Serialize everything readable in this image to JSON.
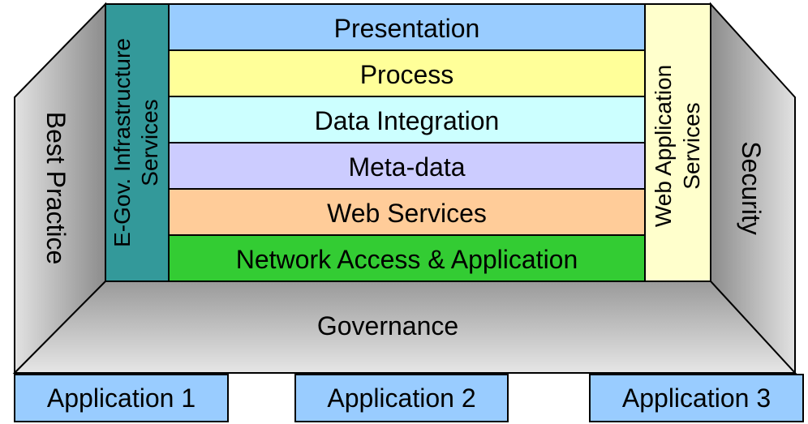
{
  "layers": [
    {
      "label": "Presentation",
      "color": "#99ccff"
    },
    {
      "label": "Process",
      "color": "#ffff99"
    },
    {
      "label": "Data Integration",
      "color": "#ccffff"
    },
    {
      "label": "Meta-data",
      "color": "#ccccff"
    },
    {
      "label": "Web Services",
      "color": "#ffcc99"
    },
    {
      "label": "Network Access & Application",
      "color": "#33cc33"
    }
  ],
  "left_column": {
    "line1": "E-Gov. Infrastructure",
    "line2": "Services",
    "color": "#33999a"
  },
  "right_column": {
    "line1": "Web Application",
    "line2": "Services",
    "color": "#ffffcc"
  },
  "left_wall": {
    "label": "Best Practice"
  },
  "right_wall": {
    "label": "Security"
  },
  "floor": {
    "label": "Governance"
  },
  "applications": [
    {
      "label": "Application 1"
    },
    {
      "label": "Application 2"
    },
    {
      "label": "Application 3"
    }
  ],
  "app_color": "#99ccff"
}
